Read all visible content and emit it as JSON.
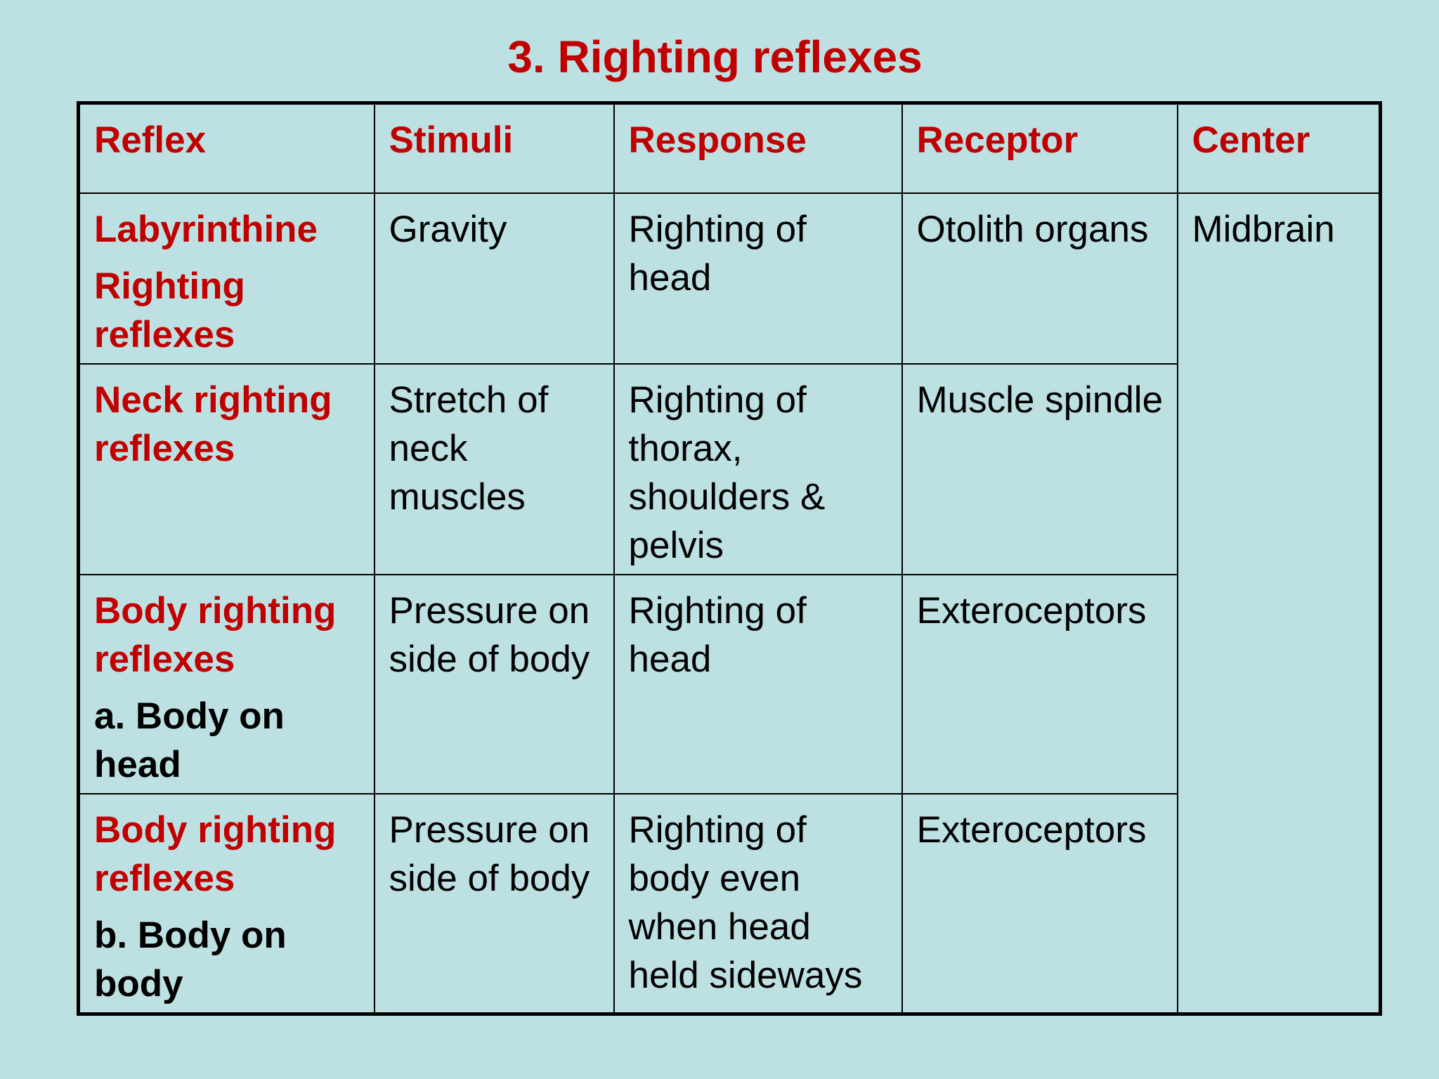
{
  "title": "3. Righting reflexes",
  "headers": {
    "reflex": "Reflex",
    "stimuli": "Stimuli",
    "response": "Response",
    "receptor": "Receptor",
    "center": "Center"
  },
  "rows": [
    {
      "reflex_lines": [
        "Labyrinthine",
        "Righting reflexes"
      ],
      "stimuli": "Gravity",
      "response": "Righting of head",
      "receptor": "Otolith organs"
    },
    {
      "reflex_lines": [
        "Neck righting reflexes"
      ],
      "stimuli": "Stretch of neck muscles",
      "response": "Righting of thorax, shoulders & pelvis",
      "receptor": "Muscle spindle"
    },
    {
      "reflex_lines": [
        "Body righting reflexes"
      ],
      "reflex_sub": "a. Body on head",
      "stimuli": "Pressure on side of body",
      "response": "Righting of head",
      "receptor": "Exteroceptors"
    },
    {
      "reflex_lines": [
        "Body righting reflexes"
      ],
      "reflex_sub": "b. Body on body",
      "stimuli": "Pressure on side of body",
      "response": "Righting of body even when head held sideways",
      "receptor": "Exteroceptors"
    }
  ],
  "center": "Midbrain"
}
